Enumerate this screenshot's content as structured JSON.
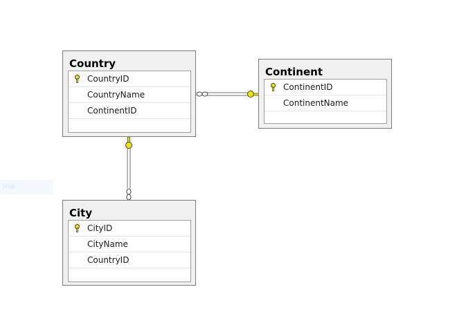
{
  "tables": {
    "country": {
      "title": "Country",
      "columns": [
        "CountryID",
        "CountryName",
        "ContinentID"
      ],
      "primary_key": "CountryID"
    },
    "continent": {
      "title": "Continent",
      "columns": [
        "ContinentID",
        "ContinentName"
      ],
      "primary_key": "ContinentID"
    },
    "city": {
      "title": "City",
      "columns": [
        "CityID",
        "CityName",
        "CountryID"
      ],
      "primary_key": "CityID"
    }
  },
  "relationships": [
    {
      "from": "Country",
      "to": "Continent",
      "many_side": "Country",
      "one_side": "Continent"
    },
    {
      "from": "City",
      "to": "Country",
      "many_side": "City",
      "one_side": "Country"
    }
  ],
  "snip_overlay": {
    "label": "Snip"
  },
  "icons": {
    "key": "key-icon",
    "many_end": "infinity-icon"
  },
  "colors": {
    "key_fill": "#f2e200",
    "connector": "#6e6e6e",
    "table_bg": "#f0f0f0",
    "table_border": "#7a7a7a"
  }
}
